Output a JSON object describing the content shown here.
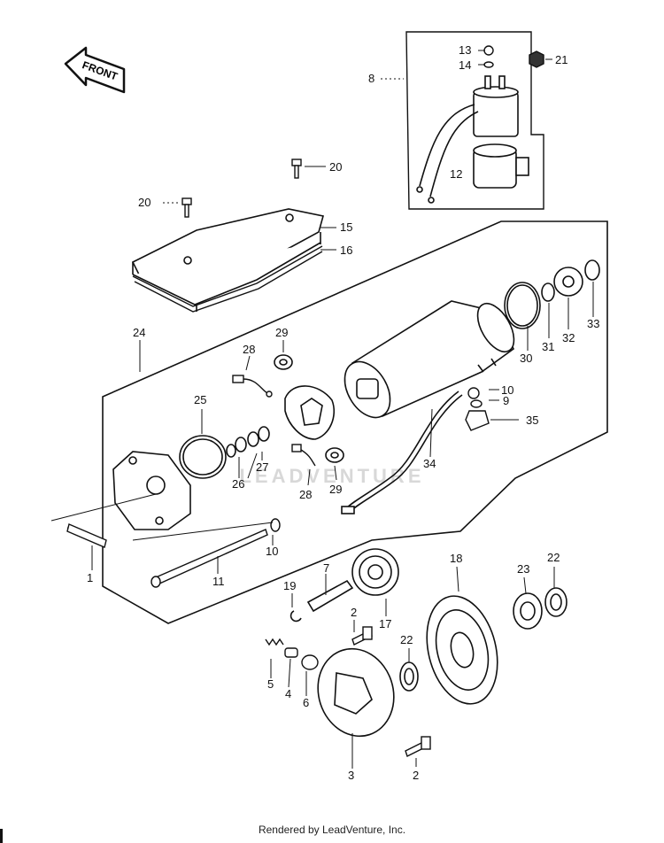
{
  "front_arrow": {
    "label": "FRONT"
  },
  "watermark": "LEADVENTURE",
  "footer": {
    "text": "Rendered by LeadVenture, Inc."
  },
  "callouts": [
    "1",
    "2",
    "2",
    "3",
    "4",
    "5",
    "6",
    "7",
    "8",
    "9",
    "10",
    "10",
    "11",
    "12",
    "13",
    "14",
    "15",
    "16",
    "17",
    "18",
    "19",
    "20",
    "20",
    "21",
    "22",
    "22",
    "23",
    "24",
    "25",
    "26",
    "27",
    "28",
    "28",
    "29",
    "29",
    "30",
    "31",
    "32",
    "33",
    "34",
    "35"
  ]
}
